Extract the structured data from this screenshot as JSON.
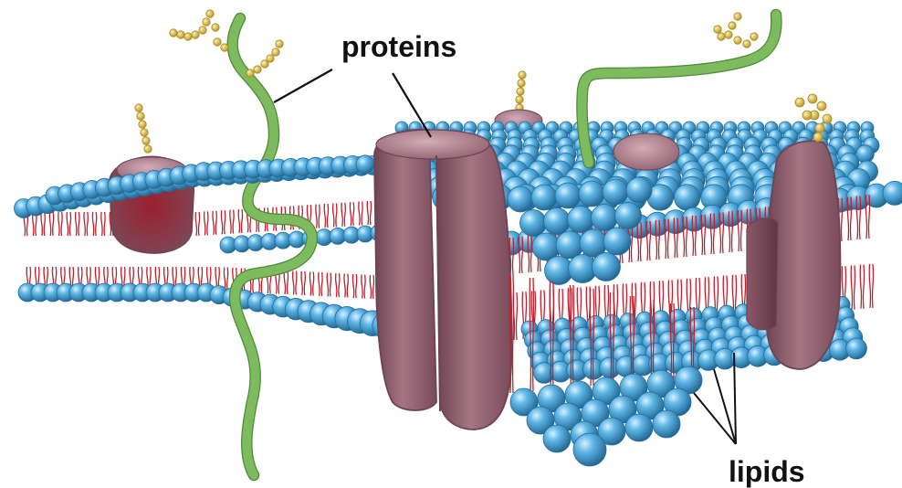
{
  "labels": {
    "proteins": "proteins",
    "lipids": "lipids"
  },
  "colors": {
    "lipid_head": "#3f9fd6",
    "lipid_head_highlight": "#bfe6fb",
    "lipid_head_dark": "#1f6f9e",
    "lipid_tail": "#c0202c",
    "protein": "#9c6a78",
    "protein_dark": "#6e4352",
    "protein_light": "#c49aa6",
    "glycoprotein_chain": "#7dbb5e",
    "glycoprotein_chain_dark": "#4f8a3a",
    "sugar": "#e0c25a",
    "sugar_dark": "#a88a22",
    "label": "#111111"
  },
  "icons": {
    "lipid_head": "sphere",
    "protein": "transmembrane-protein",
    "chain": "glycoprotein-chain",
    "sugar": "carbohydrate-bead"
  }
}
